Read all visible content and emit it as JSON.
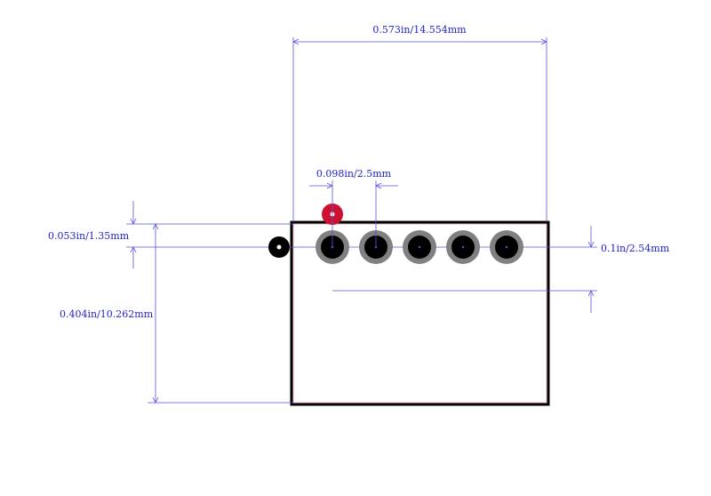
{
  "dimensions": {
    "overall_width": "0.573in/14.554mm",
    "pad_spacing_offset": "0.098in/2.5mm",
    "pad_vertical_offset": "0.053in/1.35mm",
    "overall_height": "0.404in/10.262mm",
    "pitch": "0.1in/2.54mm"
  },
  "colors": {
    "dimension": "#5555dd",
    "outline": "#000000",
    "body_inner": "#f0b8b8",
    "pad_ring": "#808080",
    "pad_hole": "#000000",
    "pin1_marker": "#cc1133"
  },
  "pads": {
    "count": 5
  }
}
